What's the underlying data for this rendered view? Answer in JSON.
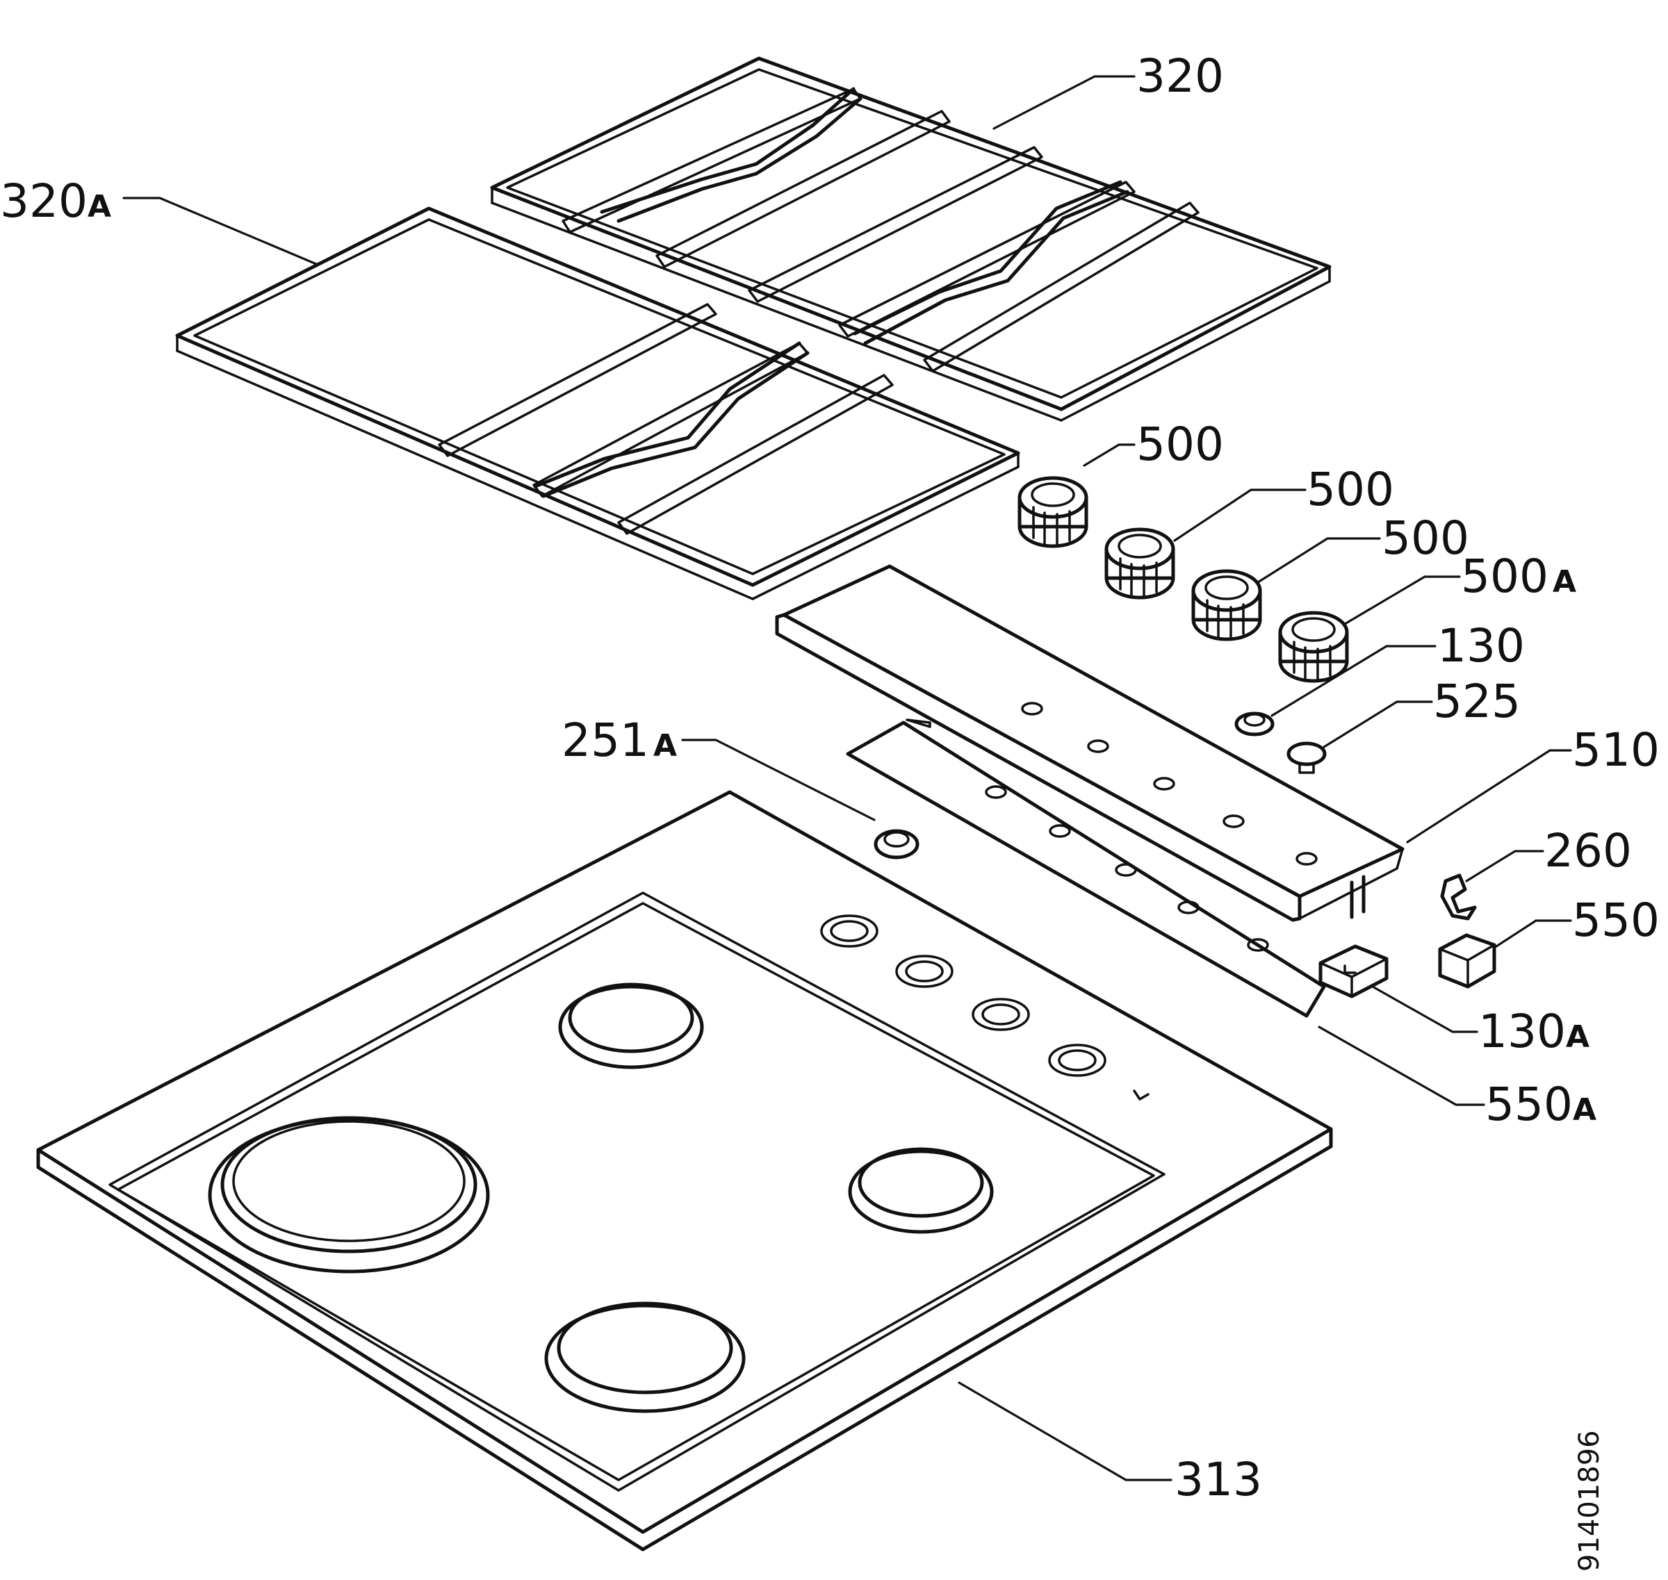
{
  "diagram": {
    "callouts": [
      {
        "id": "c320",
        "main": "320",
        "suffix": ""
      },
      {
        "id": "c320a",
        "main": "320",
        "suffix": "A"
      },
      {
        "id": "c500-1",
        "main": "500",
        "suffix": ""
      },
      {
        "id": "c500-2",
        "main": "500",
        "suffix": ""
      },
      {
        "id": "c500-3",
        "main": "500",
        "suffix": ""
      },
      {
        "id": "c500a",
        "main": "500",
        "suffix": "A"
      },
      {
        "id": "c130",
        "main": "130",
        "suffix": ""
      },
      {
        "id": "c525",
        "main": "525",
        "suffix": ""
      },
      {
        "id": "c251a",
        "main": "251",
        "suffix": "A"
      },
      {
        "id": "c510",
        "main": "510",
        "suffix": ""
      },
      {
        "id": "c260",
        "main": "260",
        "suffix": ""
      },
      {
        "id": "c550",
        "main": "550",
        "suffix": ""
      },
      {
        "id": "c130a",
        "main": "130",
        "suffix": "A"
      },
      {
        "id": "c550a",
        "main": "550",
        "suffix": "A"
      },
      {
        "id": "c313",
        "main": "313",
        "suffix": ""
      }
    ],
    "drawing_number": "91401896"
  }
}
